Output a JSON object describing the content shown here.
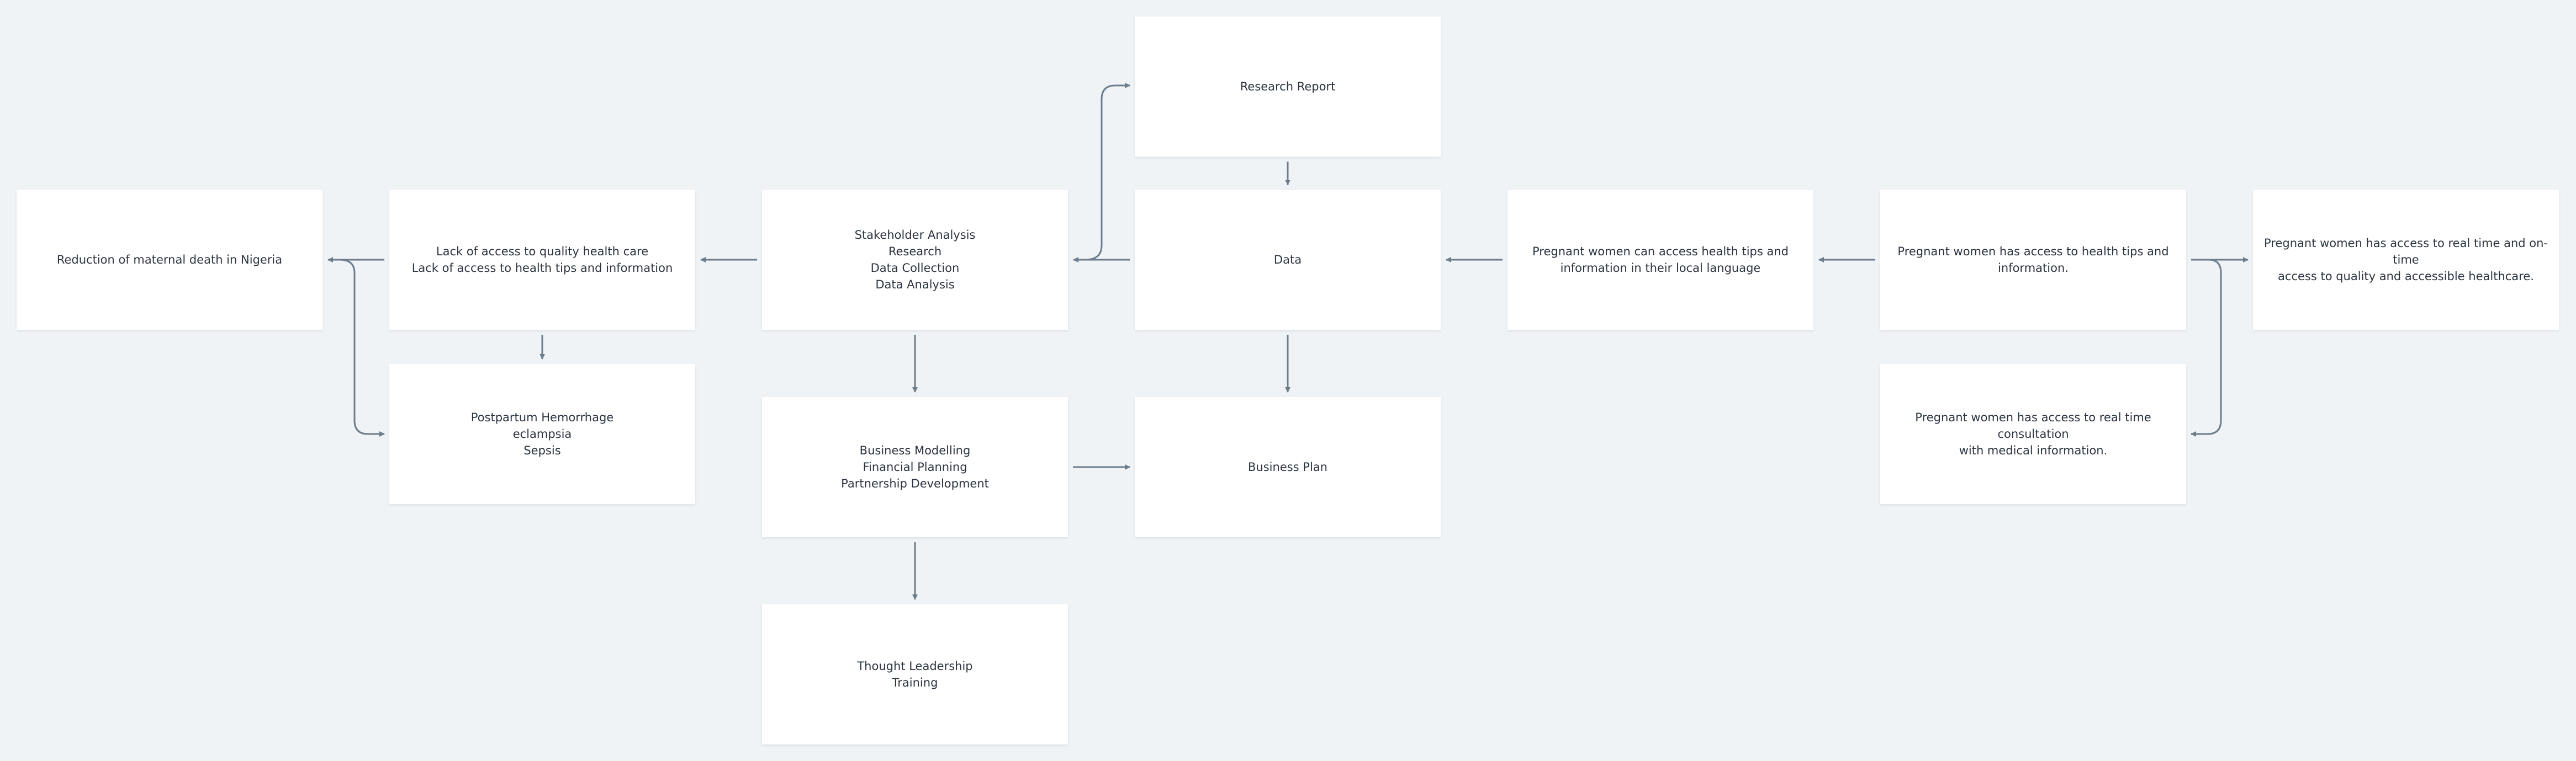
{
  "diagram": {
    "nodes": {
      "research_report": "Research Report",
      "reduction": "Reduction of maternal death in Nigeria",
      "lack_access": "Lack  of access to  quality health care\nLack of access to health tips and information",
      "stakeholder": "Stakeholder Analysis\nResearch\nData Collection\nData Analysis",
      "data": "Data",
      "local_language": "Pregnant women can access health tips and\ninformation in their local language",
      "health_tips": "Pregnant women has access to health tips and\ninformation.",
      "realtime_care": "Pregnant women has access to real time and on-time\naccess to quality and accessible healthcare.",
      "postpartum": "Postpartum Hemorrhage\neclampsia\nSepsis",
      "business_model": "Business Modelling\nFinancial Planning\nPartnership Development",
      "business_plan": "Business Plan",
      "consultation": "Pregnant women has access to real time consultation\nwith medical information.",
      "thought": "Thought Leadership\nTraining"
    },
    "edges": [
      {
        "from": "data",
        "to": "stakeholder"
      },
      {
        "from": "stakeholder",
        "to": "research_report"
      },
      {
        "from": "research_report",
        "to": "data"
      },
      {
        "from": "stakeholder",
        "to": "lack_access"
      },
      {
        "from": "lack_access",
        "to": "reduction"
      },
      {
        "from": "reduction",
        "to": "postpartum"
      },
      {
        "from": "lack_access",
        "to": "postpartum"
      },
      {
        "from": "stakeholder",
        "to": "business_model"
      },
      {
        "from": "business_model",
        "to": "business_plan"
      },
      {
        "from": "business_model",
        "to": "thought"
      },
      {
        "from": "data",
        "to": "business_plan"
      },
      {
        "from": "local_language",
        "to": "data"
      },
      {
        "from": "health_tips",
        "to": "local_language"
      },
      {
        "from": "health_tips",
        "to": "realtime_care"
      },
      {
        "from": "health_tips",
        "to": "consultation"
      }
    ],
    "colors": {
      "background": "#eff3f6",
      "node_fill": "#ffffff",
      "connector": "#6b7c8d",
      "text": "#2b3440"
    }
  }
}
